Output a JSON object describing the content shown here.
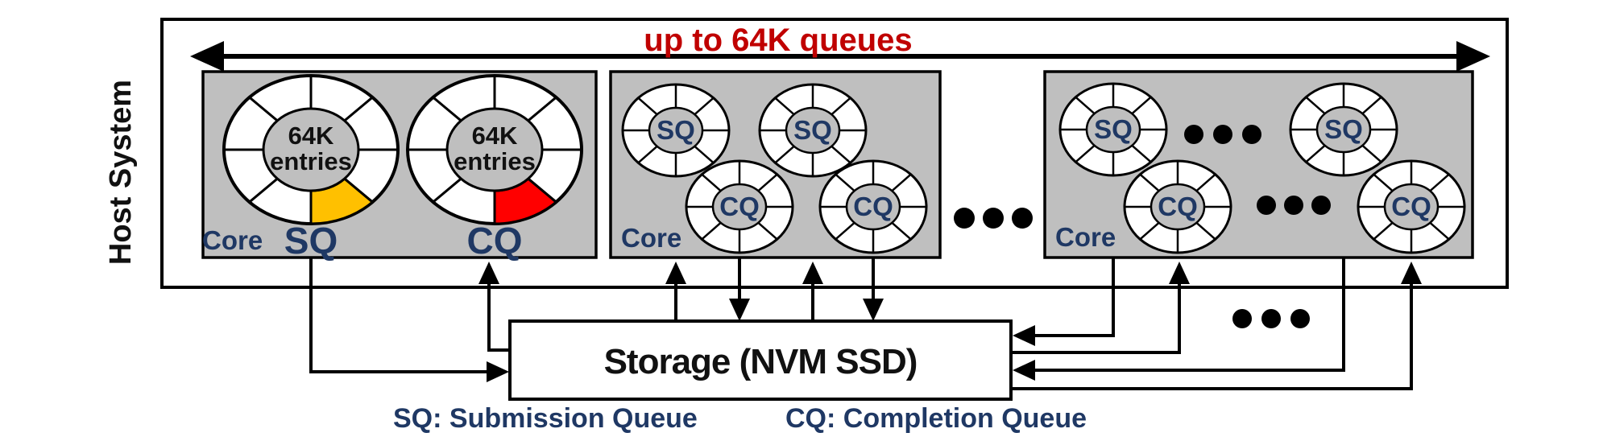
{
  "diagram_title": {
    "text": "up to 64K queues"
  },
  "host": {
    "label": "Host System"
  },
  "cores": [
    {
      "label": "Core",
      "wheels": [
        {
          "center_line1": "64K",
          "center_line2": "entries",
          "label": "SQ",
          "wedge_color": "#FFC000"
        },
        {
          "center_line1": "64K",
          "center_line2": "entries",
          "label": "CQ",
          "wedge_color": "#FF0000"
        }
      ]
    },
    {
      "label": "Core",
      "wheels": [
        {
          "label": "SQ"
        },
        {
          "label": "SQ"
        },
        {
          "label": "CQ"
        },
        {
          "label": "CQ"
        }
      ]
    },
    {
      "label": "Core",
      "wheels": [
        {
          "label": "SQ"
        },
        {
          "label": "SQ"
        },
        {
          "label": "CQ"
        },
        {
          "label": "CQ"
        }
      ]
    }
  ],
  "storage": {
    "label": "Storage (NVM SSD)"
  },
  "legend": {
    "sq": "SQ: Submission Queue",
    "cq": "CQ: Completion Queue"
  },
  "icons": {
    "span_arrow": "double-headed-arrow",
    "ellipsis_dots": "more-items-dots",
    "queue_wheel": "segmented-ring"
  },
  "colors": {
    "title_red": "#C00000",
    "core_fill": "#BFBFBF",
    "label_navy": "#1F3864",
    "text_black": "#111111",
    "wedge_yellow": "#FFC000",
    "wedge_red": "#FF0000",
    "line_black": "#000000"
  }
}
